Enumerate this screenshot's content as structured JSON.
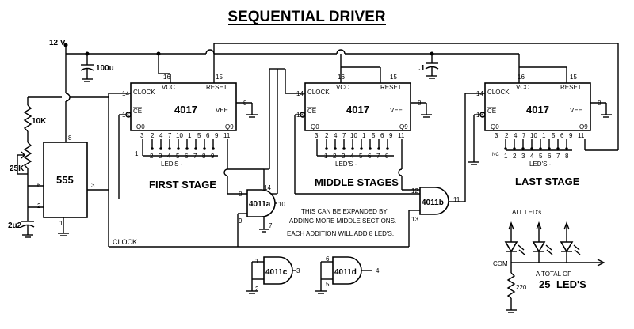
{
  "title": "SEQUENTIAL DRIVER",
  "supply": "12 V",
  "components": {
    "cap_100u": "100u",
    "cap_01": ".1",
    "res_10k": "10K",
    "pot_25k": "25K",
    "cap_2u2": "2u2",
    "res_220": "220",
    "timer": "555",
    "counter": "4017"
  },
  "ic555_pins": {
    "p8": "8",
    "p6": "6",
    "p2": "2",
    "p3": "3",
    "p1": "1"
  },
  "pins4017": {
    "clock": "CLOCK",
    "vcc": "VCC",
    "reset": "RESET",
    "vee": "VEE",
    "ce": "CE",
    "q0": "Q0",
    "q9": "Q9",
    "p14": "14",
    "p16": "16",
    "p15": "15",
    "p8": "8",
    "p13": "13",
    "out_pins": [
      "3",
      "2",
      "4",
      "7",
      "10",
      "1",
      "5",
      "6",
      "9",
      "11"
    ],
    "leds": "LED'S -",
    "nc": "NC"
  },
  "bottom_pins": [
    "1",
    "2",
    "3",
    "4",
    "5",
    "6",
    "7",
    "8",
    "9"
  ],
  "stages": {
    "first": "FIRST STAGE",
    "middle": "MIDDLE STAGES",
    "last": "LAST STAGE"
  },
  "gates": {
    "a": {
      "label": "4011a",
      "p8": "8",
      "p9": "9",
      "p10": "10",
      "p14": "14",
      "p7": "7"
    },
    "b": {
      "label": "4011b",
      "p12": "12",
      "p13": "13",
      "p11": "11"
    },
    "c": {
      "label": "4011c",
      "p1": "1",
      "p2": "2",
      "p3": "3"
    },
    "d": {
      "label": "4011d",
      "p6": "6",
      "p5": "5",
      "p4": "4"
    }
  },
  "notes": {
    "line1": "THIS CAN BE EXPANDED BY",
    "line2": "ADDING MORE MIDDLE SECTIONS.",
    "line3": "EACH ADDITION WILL ADD 8 LED'S.",
    "clock": "CLOCK",
    "all_leds": "ALL  LED's",
    "com": "COM",
    "total1": "A TOTAL OF",
    "total_num": "25",
    "total_leds": "LED'S"
  }
}
